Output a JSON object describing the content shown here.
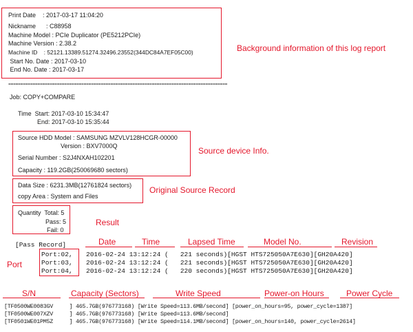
{
  "background_info": {
    "print_date": "Print Date    : 2017-03-17 11:04:20",
    "nickname": "Nickname      : C88958",
    "machine_model": "Machine Model : PCIe Duplicator (PE5212PCIe)",
    "machine_version": "Machine Version : 2.38.2",
    "machine_id": "Machine ID    : 52121.13389.51274.32496.23552(344DC84A7EF05C00)",
    "start_no_date": " Start No. Date : 2017-03-10",
    "end_no_date": " End No. Date : 2017-03-17",
    "annotation": "Background information of this log report"
  },
  "separator": "==========================================================================================",
  "job": {
    "label": "Job: COPY+COMPARE",
    "time_start": "Time  Start: 2017-03-10 15:34:47",
    "time_end": "End: 2017-03-10 15:35:44"
  },
  "source_device": {
    "model": "Source HDD Model : SAMSUNG MZVLV128HCGR-00000",
    "version": "Version : BXV7000Q",
    "serial": "Serial Number : S2J4NXAH102201",
    "capacity": "Capacity : 119.2GB(250069680 sectors)",
    "annotation": "Source device Info."
  },
  "original_record": {
    "data_size": "Data Size : 6231.3MB(12761824 sectors)",
    "copy_area": "copy Area : System and Files",
    "annotation": "Original Source Record"
  },
  "result": {
    "quantity_total": "Quantity  Total: 5",
    "pass": "Pass: 5",
    "fail": "Fail: 0",
    "annotation": "Result"
  },
  "pass_record": {
    "label": "[Pass Record]",
    "headers": {
      "date": "Date",
      "time": "Time",
      "lapsed_time": "Lapsed Time",
      "model_no": "Model No.",
      "revision": "Revision",
      "port": "Port"
    },
    "rows": [
      {
        "port": "Port:02,",
        "rest": "2016-02-24 13:12:24 (   221 seconds)[HGST HTS725050A7E630][GH20A420]"
      },
      {
        "port": "Port:03,",
        "rest": "2016-02-24 13:12:24 (   221 seconds)[HGST HTS725050A7E630][GH20A420]"
      },
      {
        "port": "Port:04,",
        "rest": "2016-02-24 13:12:24 (   220 seconds)[HGST HTS725050A7E630][GH20A420]"
      }
    ]
  },
  "detail_headers": {
    "sn": "S/N",
    "capacity": "Capacity (Sectors)",
    "write_speed": "Write Speed",
    "power_on_hours": "Power-on Hours",
    "power_cycle": "Power Cycle"
  },
  "detail_rows": [
    "[TF0500WE0083GV     ] 465.7GB(976773168) [Write Speed=113.6MB/second] [power_on_hours=95, power_cycle=1387]",
    "[TF0500WE007XZV     ] 465.7GB(976773168) [Write Speed=113.6MB/second]",
    "[TF0501WE01PM5Z     ] 465.7GB(976773168) [Write Speed=114.1MB/second] [power_on_hours=140, power_cycle=2614]"
  ],
  "colors": {
    "annotation_red": "#e4172b",
    "text": "#1a1a1a"
  }
}
